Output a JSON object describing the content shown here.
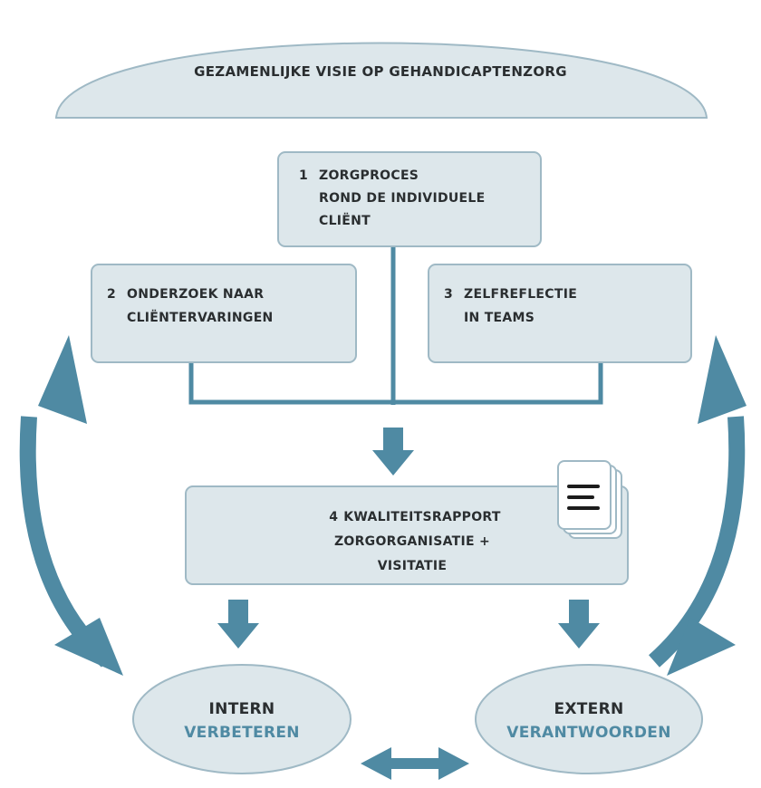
{
  "diagram": {
    "title": "GEZAMENLIJKE VISIE OP GEHANDICAPTENZORG",
    "boxes": {
      "zorgproces": {
        "number": "1",
        "lines": [
          "ZORGPROCES",
          "ROND DE INDIVIDUELE",
          "CLIËNT"
        ]
      },
      "onderzoek": {
        "number": "2",
        "lines": [
          "ONDERZOEK NAAR",
          "CLIËNTERVARINGEN"
        ]
      },
      "zelfreflectie": {
        "number": "3",
        "lines": [
          "ZELFREFLECTIE",
          "IN TEAMS"
        ]
      },
      "kwaliteitsrapport": {
        "number": "4",
        "lines": [
          "KWALITEITSRAPPORT",
          "ZORGORGANISATIE +",
          "VISITATIE"
        ]
      }
    },
    "ovals": {
      "intern": {
        "top": "INTERN",
        "bottom": "VERBETEREN"
      },
      "extern": {
        "top": "EXTERN",
        "bottom": "VERANTWOORDEN"
      }
    },
    "icons": {
      "report": "document-stack-icon"
    },
    "colors": {
      "box_fill": "#dde7eb",
      "box_stroke": "#9fb9c5",
      "arrow": "#4f8aa3",
      "connector": "#4f8aa3",
      "text": "#2a2e30",
      "accent_text": "#4f8aa3"
    }
  }
}
